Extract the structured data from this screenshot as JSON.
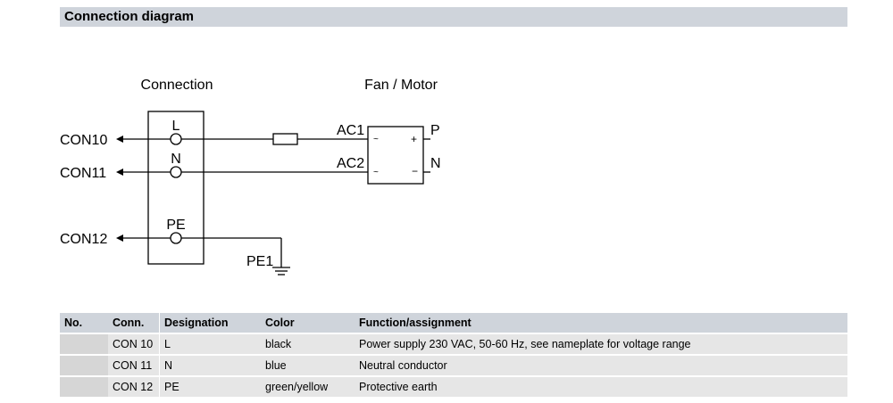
{
  "header": {
    "title": "Connection diagram"
  },
  "diagram": {
    "connection_title": "Connection",
    "fan_title": "Fan / Motor",
    "terminals": [
      {
        "con": "CON10",
        "label": "L",
        "motor_in": "AC1",
        "motor_out": "P"
      },
      {
        "con": "CON11",
        "label": "N",
        "motor_in": "AC2",
        "motor_out": "N"
      },
      {
        "con": "CON12",
        "label": "PE",
        "ground": "PE1"
      }
    ]
  },
  "table": {
    "headers": [
      "No.",
      "Conn.",
      "Designation",
      "Color",
      "Function/assignment"
    ],
    "rows": [
      [
        "",
        "CON 10",
        "L",
        "black",
        "Power supply 230 VAC, 50-60 Hz, see nameplate for voltage range"
      ],
      [
        "",
        "CON 11",
        "N",
        "blue",
        "Neutral conductor"
      ],
      [
        "",
        "CON 12",
        "PE",
        "green/yellow",
        "Protective earth"
      ]
    ]
  }
}
